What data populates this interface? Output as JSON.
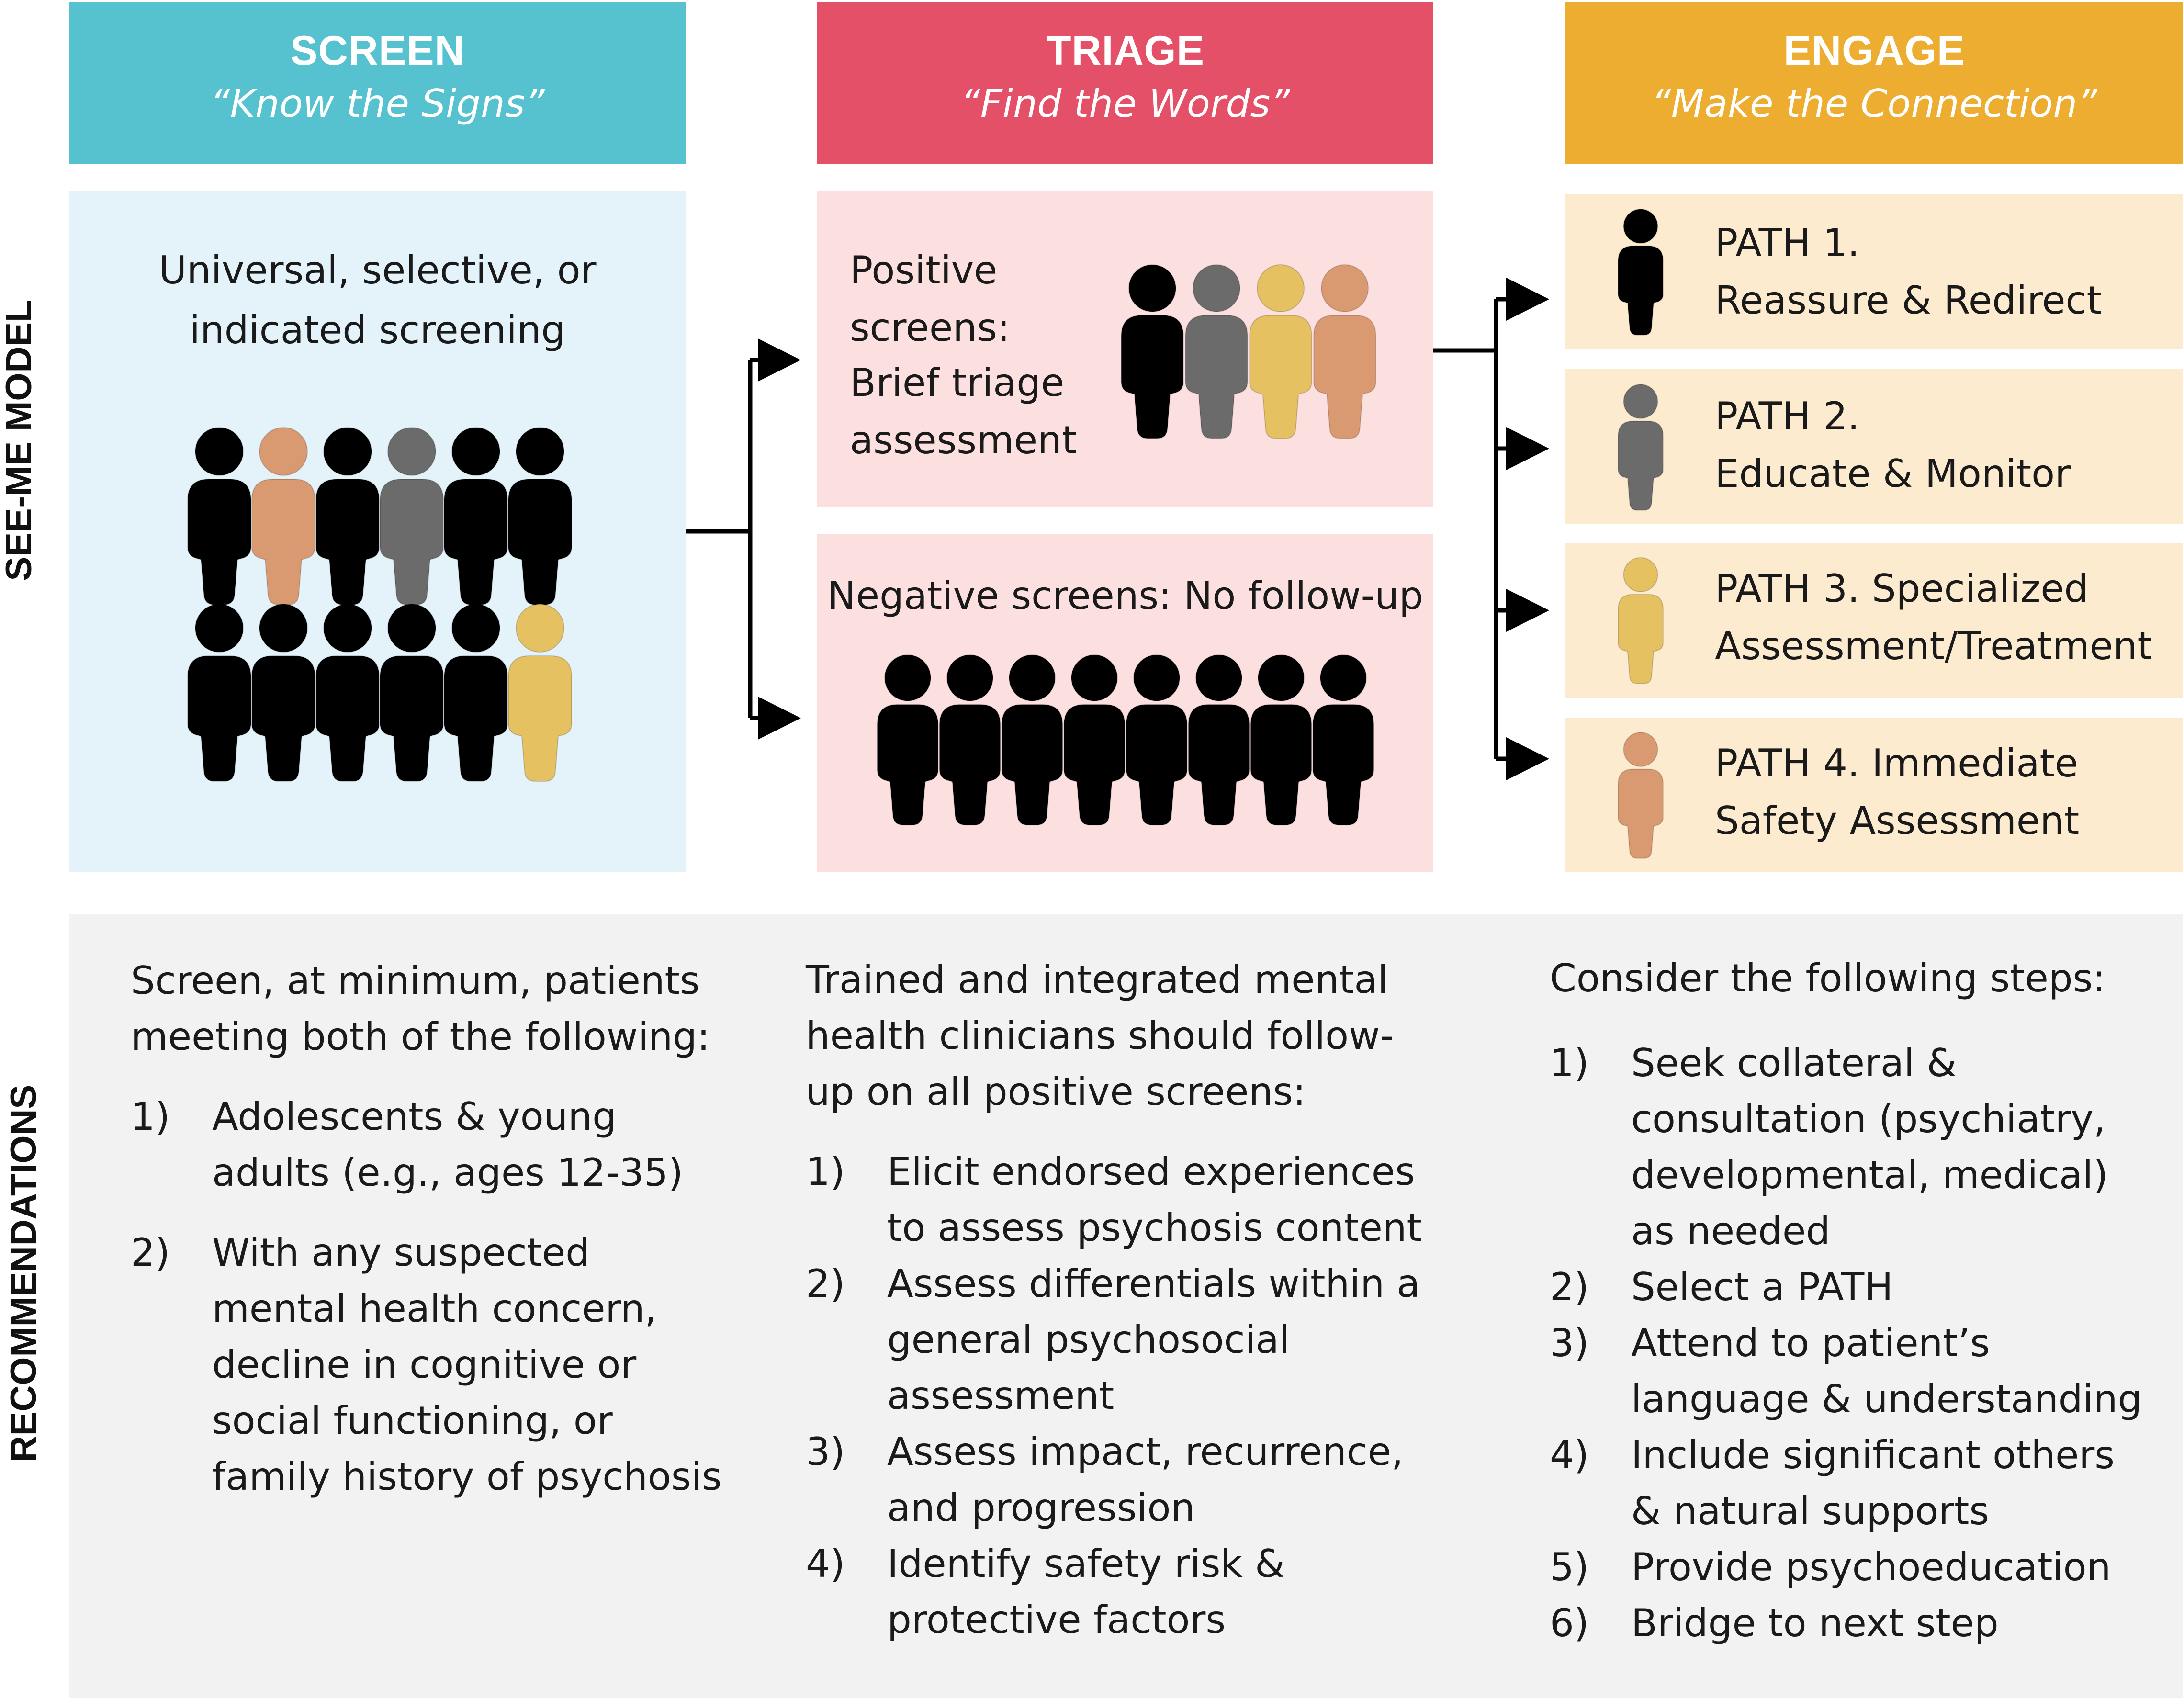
{
  "colors": {
    "screen": "#56C2D0",
    "triage": "#E45068",
    "engage": "#ECAD30",
    "screen_panel": "#E3F3F9",
    "triage_panel": "#FCE0DF",
    "engage_panel": "#FDEBD0",
    "rec_panel": "#F2F2F2",
    "person_black": "#000000",
    "person_gray": "#6B6B6B",
    "person_yellow": "#E6C162",
    "person_orange": "#D99A72"
  },
  "headers": [
    {
      "title": "SCREEN",
      "subtitle": "“Know the Signs”"
    },
    {
      "title": "TRIAGE",
      "subtitle": "“Find the Words”"
    },
    {
      "title": "ENGAGE",
      "subtitle": "“Make the Connection”"
    }
  ],
  "side_labels": {
    "model": "SEE-ME MODEL",
    "recommendations": "RECOMMENDATIONS"
  },
  "screen_panel": {
    "lines": [
      "Universal, selective, or",
      "indicated screening"
    ],
    "people_row1": [
      "black",
      "orange",
      "black",
      "gray",
      "black",
      "black"
    ],
    "people_row2": [
      "black",
      "black",
      "black",
      "black",
      "black",
      "yellow"
    ]
  },
  "triage_positive": {
    "lines": [
      "Positive",
      "screens:",
      "Brief triage",
      "assessment"
    ],
    "people": [
      "black",
      "gray",
      "yellow",
      "orange"
    ]
  },
  "triage_negative": {
    "label": "Negative screens: No follow-up",
    "people": [
      "black",
      "black",
      "black",
      "black",
      "black",
      "black",
      "black",
      "black"
    ]
  },
  "paths": [
    {
      "line1": "PATH 1.",
      "line2": "Reassure & Redirect",
      "person": "black"
    },
    {
      "line1": "PATH 2.",
      "line2": "Educate & Monitor",
      "person": "gray"
    },
    {
      "line1": "PATH 3. Specialized",
      "line2": "Assessment/Treatment",
      "person": "yellow"
    },
    {
      "line1": "PATH 4. Immediate",
      "line2": "Safety Assessment",
      "person": "orange"
    }
  ],
  "recommendations": {
    "screen": {
      "intro": [
        "Screen, at minimum, patients",
        "meeting both of the following:"
      ],
      "items": [
        {
          "num": "1)",
          "lines": [
            "Adolescents & young",
            "adults (e.g., ages 12-35)"
          ]
        },
        {
          "num": "2)",
          "lines": [
            "With any suspected",
            "mental health concern,",
            "decline in cognitive or",
            "social functioning, or",
            "family history of psychosis"
          ]
        }
      ]
    },
    "triage": {
      "intro": [
        "Trained and integrated mental",
        "health clinicians should follow-",
        "up on all positive screens:"
      ],
      "items": [
        {
          "num": "1)",
          "lines": [
            "Elicit endorsed experiences",
            "to assess psychosis content"
          ]
        },
        {
          "num": "2)",
          "lines": [
            "Assess differentials within a",
            "general psychosocial",
            "assessment"
          ]
        },
        {
          "num": "3)",
          "lines": [
            "Assess impact, recurrence,",
            "and progression"
          ]
        },
        {
          "num": "4)",
          "lines": [
            "Identify safety risk &",
            "protective factors"
          ]
        }
      ]
    },
    "engage": {
      "intro": [
        "Consider the following steps:"
      ],
      "items": [
        {
          "num": "1)",
          "lines": [
            "Seek collateral &",
            "consultation (psychiatry,",
            "developmental, medical)",
            "as needed"
          ]
        },
        {
          "num": "2)",
          "lines": [
            "Select a PATH"
          ]
        },
        {
          "num": "3)",
          "lines": [
            "Attend to patient’s",
            "language & understanding"
          ]
        },
        {
          "num": "4)",
          "lines": [
            "Include significant others",
            "& natural supports"
          ]
        },
        {
          "num": "5)",
          "lines": [
            "Provide psychoeducation"
          ]
        },
        {
          "num": "6)",
          "lines": [
            "Bridge to next step"
          ]
        }
      ]
    }
  }
}
